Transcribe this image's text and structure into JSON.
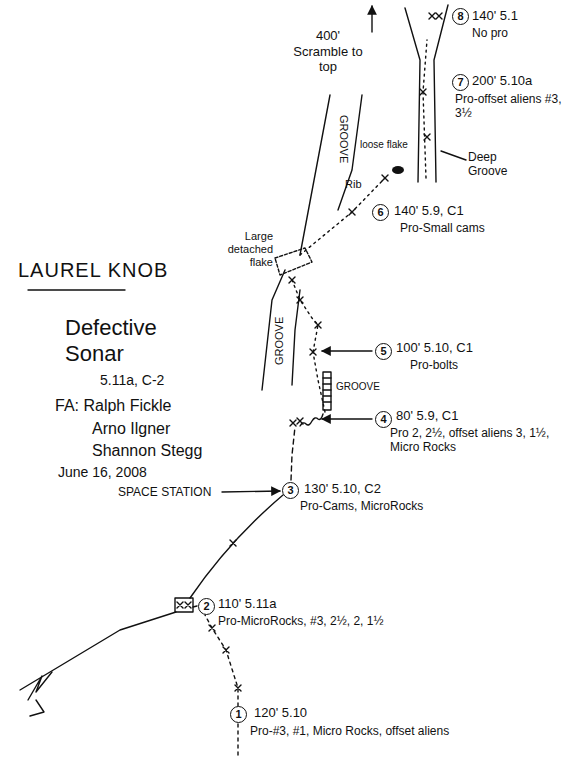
{
  "diagram": {
    "title": "LAUREL KNOB",
    "labels": [
      "Defective Sonar",
      "5.11a, C-2",
      "FA: Ralph Fickle",
      "Arno Ilgner",
      "Shannon Stegg",
      "June 16, 2008",
      "400' Scramble to top",
      "8",
      "140' 5.1",
      "No pro",
      "7",
      "200' 5.10a",
      "Pro-offset aliens #3, 3½",
      "Deep Groove",
      "loose flake",
      "Rib",
      "6",
      "140' 5.9, C1",
      "Pro-Small cams",
      "GROOVE",
      "Large detached flake",
      "GROOVE",
      "5",
      "100' 5.10, C1",
      "Pro-bolts",
      "GROOVE",
      "4",
      "80' 5.9, C1",
      "Pro 2, 2½, offset aliens 3, 1½, Micro Rocks",
      "SPACE STATION",
      "3",
      "130' 5.10, C2",
      "Pro-Cams, MicroRocks",
      "2",
      "110' 5.11a",
      "Pro-MicroRocks, #3, 2½, 2, 1½",
      "1",
      "120' 5.10",
      "Pro-#3, #1, Micro Rocks, offset aliens"
    ]
  }
}
